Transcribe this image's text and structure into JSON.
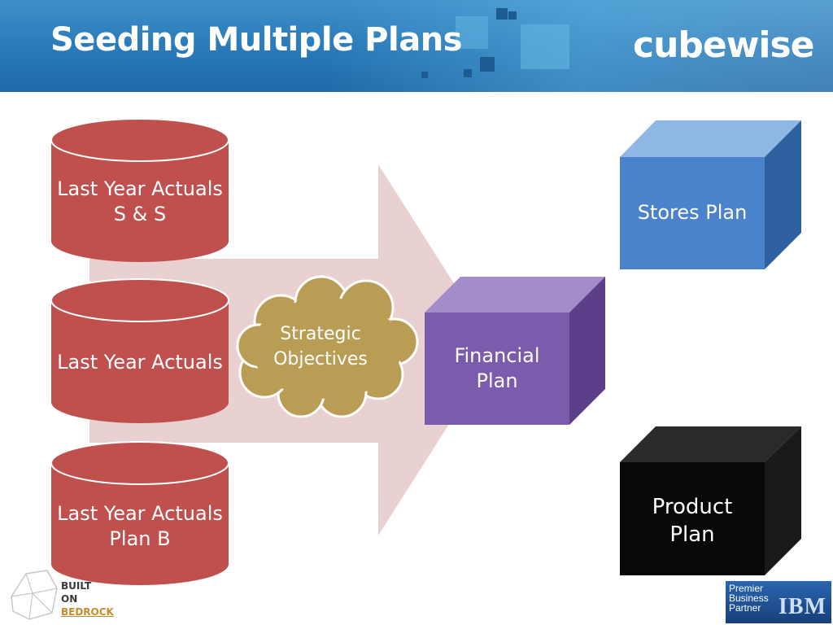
{
  "header": {
    "title": "Seeding Multiple Plans",
    "logo": "cubewise"
  },
  "sources": [
    {
      "lines": [
        "Last Year Actuals",
        "S & S"
      ]
    },
    {
      "lines": [
        "Last Year Actuals"
      ]
    },
    {
      "lines": [
        "Last Year Actuals",
        "Plan B"
      ]
    }
  ],
  "cloud": {
    "lines": [
      "Strategic",
      "Objectives"
    ]
  },
  "cubes": {
    "financial": {
      "lines": [
        "Financial",
        "Plan"
      ]
    },
    "stores": {
      "lines": [
        "Stores Plan"
      ]
    },
    "product": {
      "lines": [
        "Product",
        "Plan"
      ]
    }
  },
  "footer": {
    "bedrock_lines": [
      "BUILT",
      "ON",
      "BEDROCK"
    ],
    "partner_lines": [
      "Premier",
      "Business",
      "Partner"
    ],
    "partner_logo": "IBM"
  },
  "colors": {
    "cylinder": "#c0504d",
    "arrow": "#ead1d1",
    "cloud": "#b99d55",
    "financial_cube": "#7b5bab",
    "stores_cube": "#4b82cc",
    "product_cube": "#080808"
  }
}
